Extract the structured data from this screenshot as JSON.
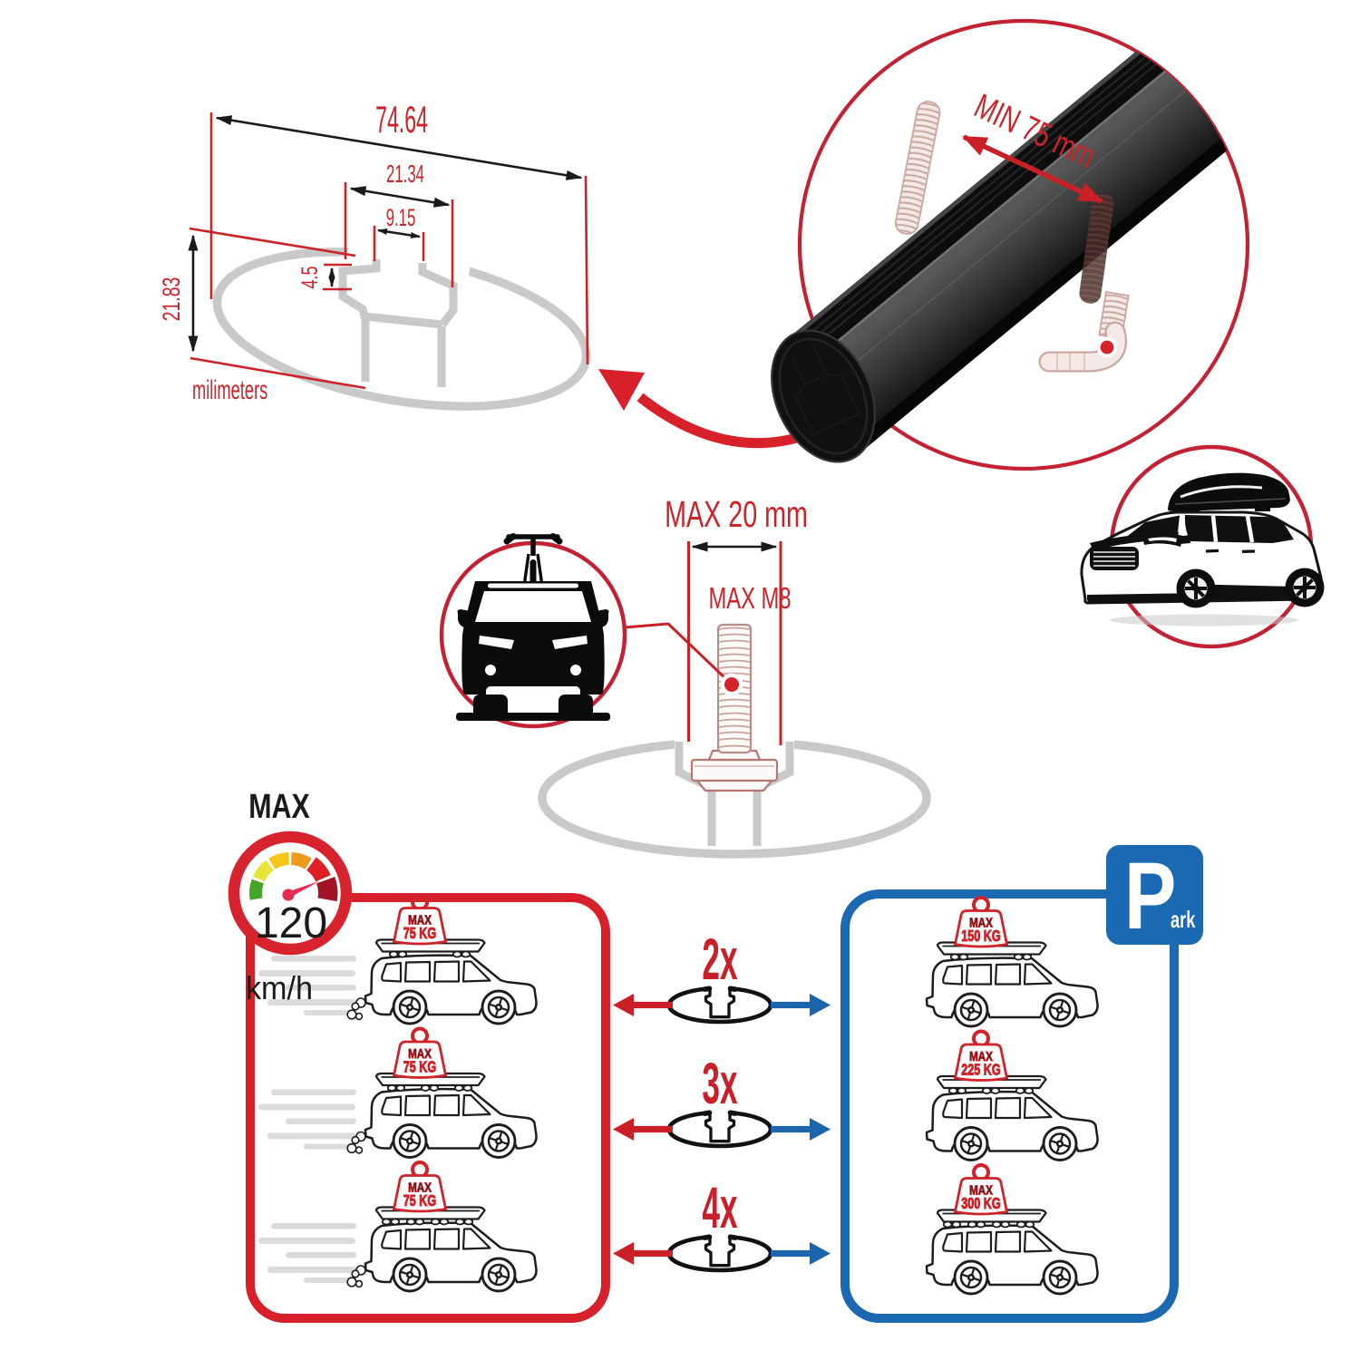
{
  "title": "Roof rack crossbar specification infographic",
  "colors": {
    "red": "#ce2229",
    "red_box": "#d8202b",
    "blue": "#1a69b2",
    "profile_grey": "#c9c9c9",
    "ink": "#1a1a1a",
    "bolt_outline": "#b5786f",
    "needle_pink": "#e62e55",
    "gauge_segments": [
      "#43a427",
      "#e7e53a",
      "#f6c51a",
      "#f0991f",
      "#dd1f27",
      "#a31225"
    ]
  },
  "cross_section": {
    "total_width": "74.64",
    "channel_width": "21.34",
    "slot_width": "9.15",
    "slot_depth": "4.5",
    "total_height": "21.83",
    "units_label": "milimeters"
  },
  "crossbar_closeup": {
    "min_rail_span": "MIN 75 mm"
  },
  "mounting": {
    "max_depth": "MAX 20 mm",
    "max_bolt": "MAX M8"
  },
  "speed_limit": {
    "label": "MAX",
    "value": "120",
    "unit": "km/h"
  },
  "driving_panel": {
    "cars": [
      {
        "load_label": "MAX",
        "load_value": "75 KG"
      },
      {
        "load_label": "MAX",
        "load_value": "75 KG"
      },
      {
        "load_label": "MAX",
        "load_value": "75 KG"
      }
    ]
  },
  "conversions": [
    {
      "multiplier": "2x"
    },
    {
      "multiplier": "3x"
    },
    {
      "multiplier": "4x"
    }
  ],
  "parking_panel": {
    "sign_letter": "P",
    "sign_suffix": "ark",
    "cars": [
      {
        "load_label": "MAX",
        "load_value": "150 KG"
      },
      {
        "load_label": "MAX",
        "load_value": "225 KG"
      },
      {
        "load_label": "MAX",
        "load_value": "300 KG"
      }
    ]
  }
}
